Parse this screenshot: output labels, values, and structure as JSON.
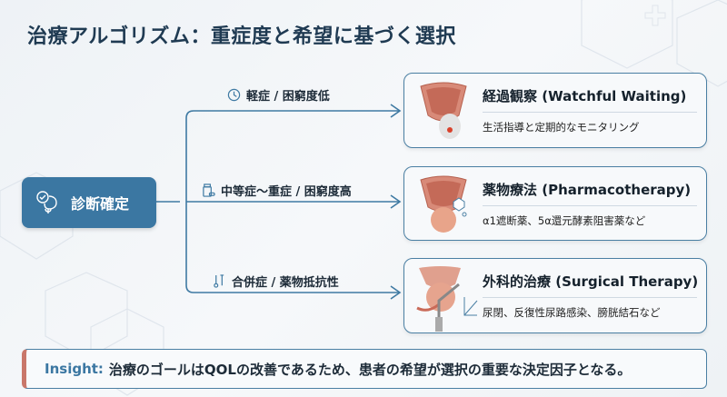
{
  "title": "治療アルゴリズム：重症度と希望に基づく選択",
  "diagnosis": {
    "label": "診断確定",
    "icon": "bladder-check-icon"
  },
  "branches": [
    {
      "label": "軽症 / 困窮度低",
      "icon": "clock-icon"
    },
    {
      "label": "中等症〜重症 / 困窮度高",
      "icon": "pill-bottle-icon"
    },
    {
      "label": "合併症 / 薬物抵抗性",
      "icon": "surgical-tools-icon"
    }
  ],
  "cards": [
    {
      "title": "経過観察 (Watchful Waiting)",
      "subtitle": "生活指導と定期的なモニタリング"
    },
    {
      "title": "薬物療法 (Pharmacotherapy)",
      "subtitle": "α1遮断薬、5α還元酵素阻害薬など"
    },
    {
      "title": "外科的治療 (Surgical Therapy)",
      "subtitle": "尿閉、反復性尿路感染、膀胱結石など"
    }
  ],
  "insight": {
    "key": "Insight:",
    "text": "治療のゴールはQOLの改善であるため、患者の希望が選択の重要な決定因子となる。"
  },
  "colors": {
    "primary": "#3b77a2",
    "title": "#1f3a52",
    "accent": "#c9776a"
  }
}
